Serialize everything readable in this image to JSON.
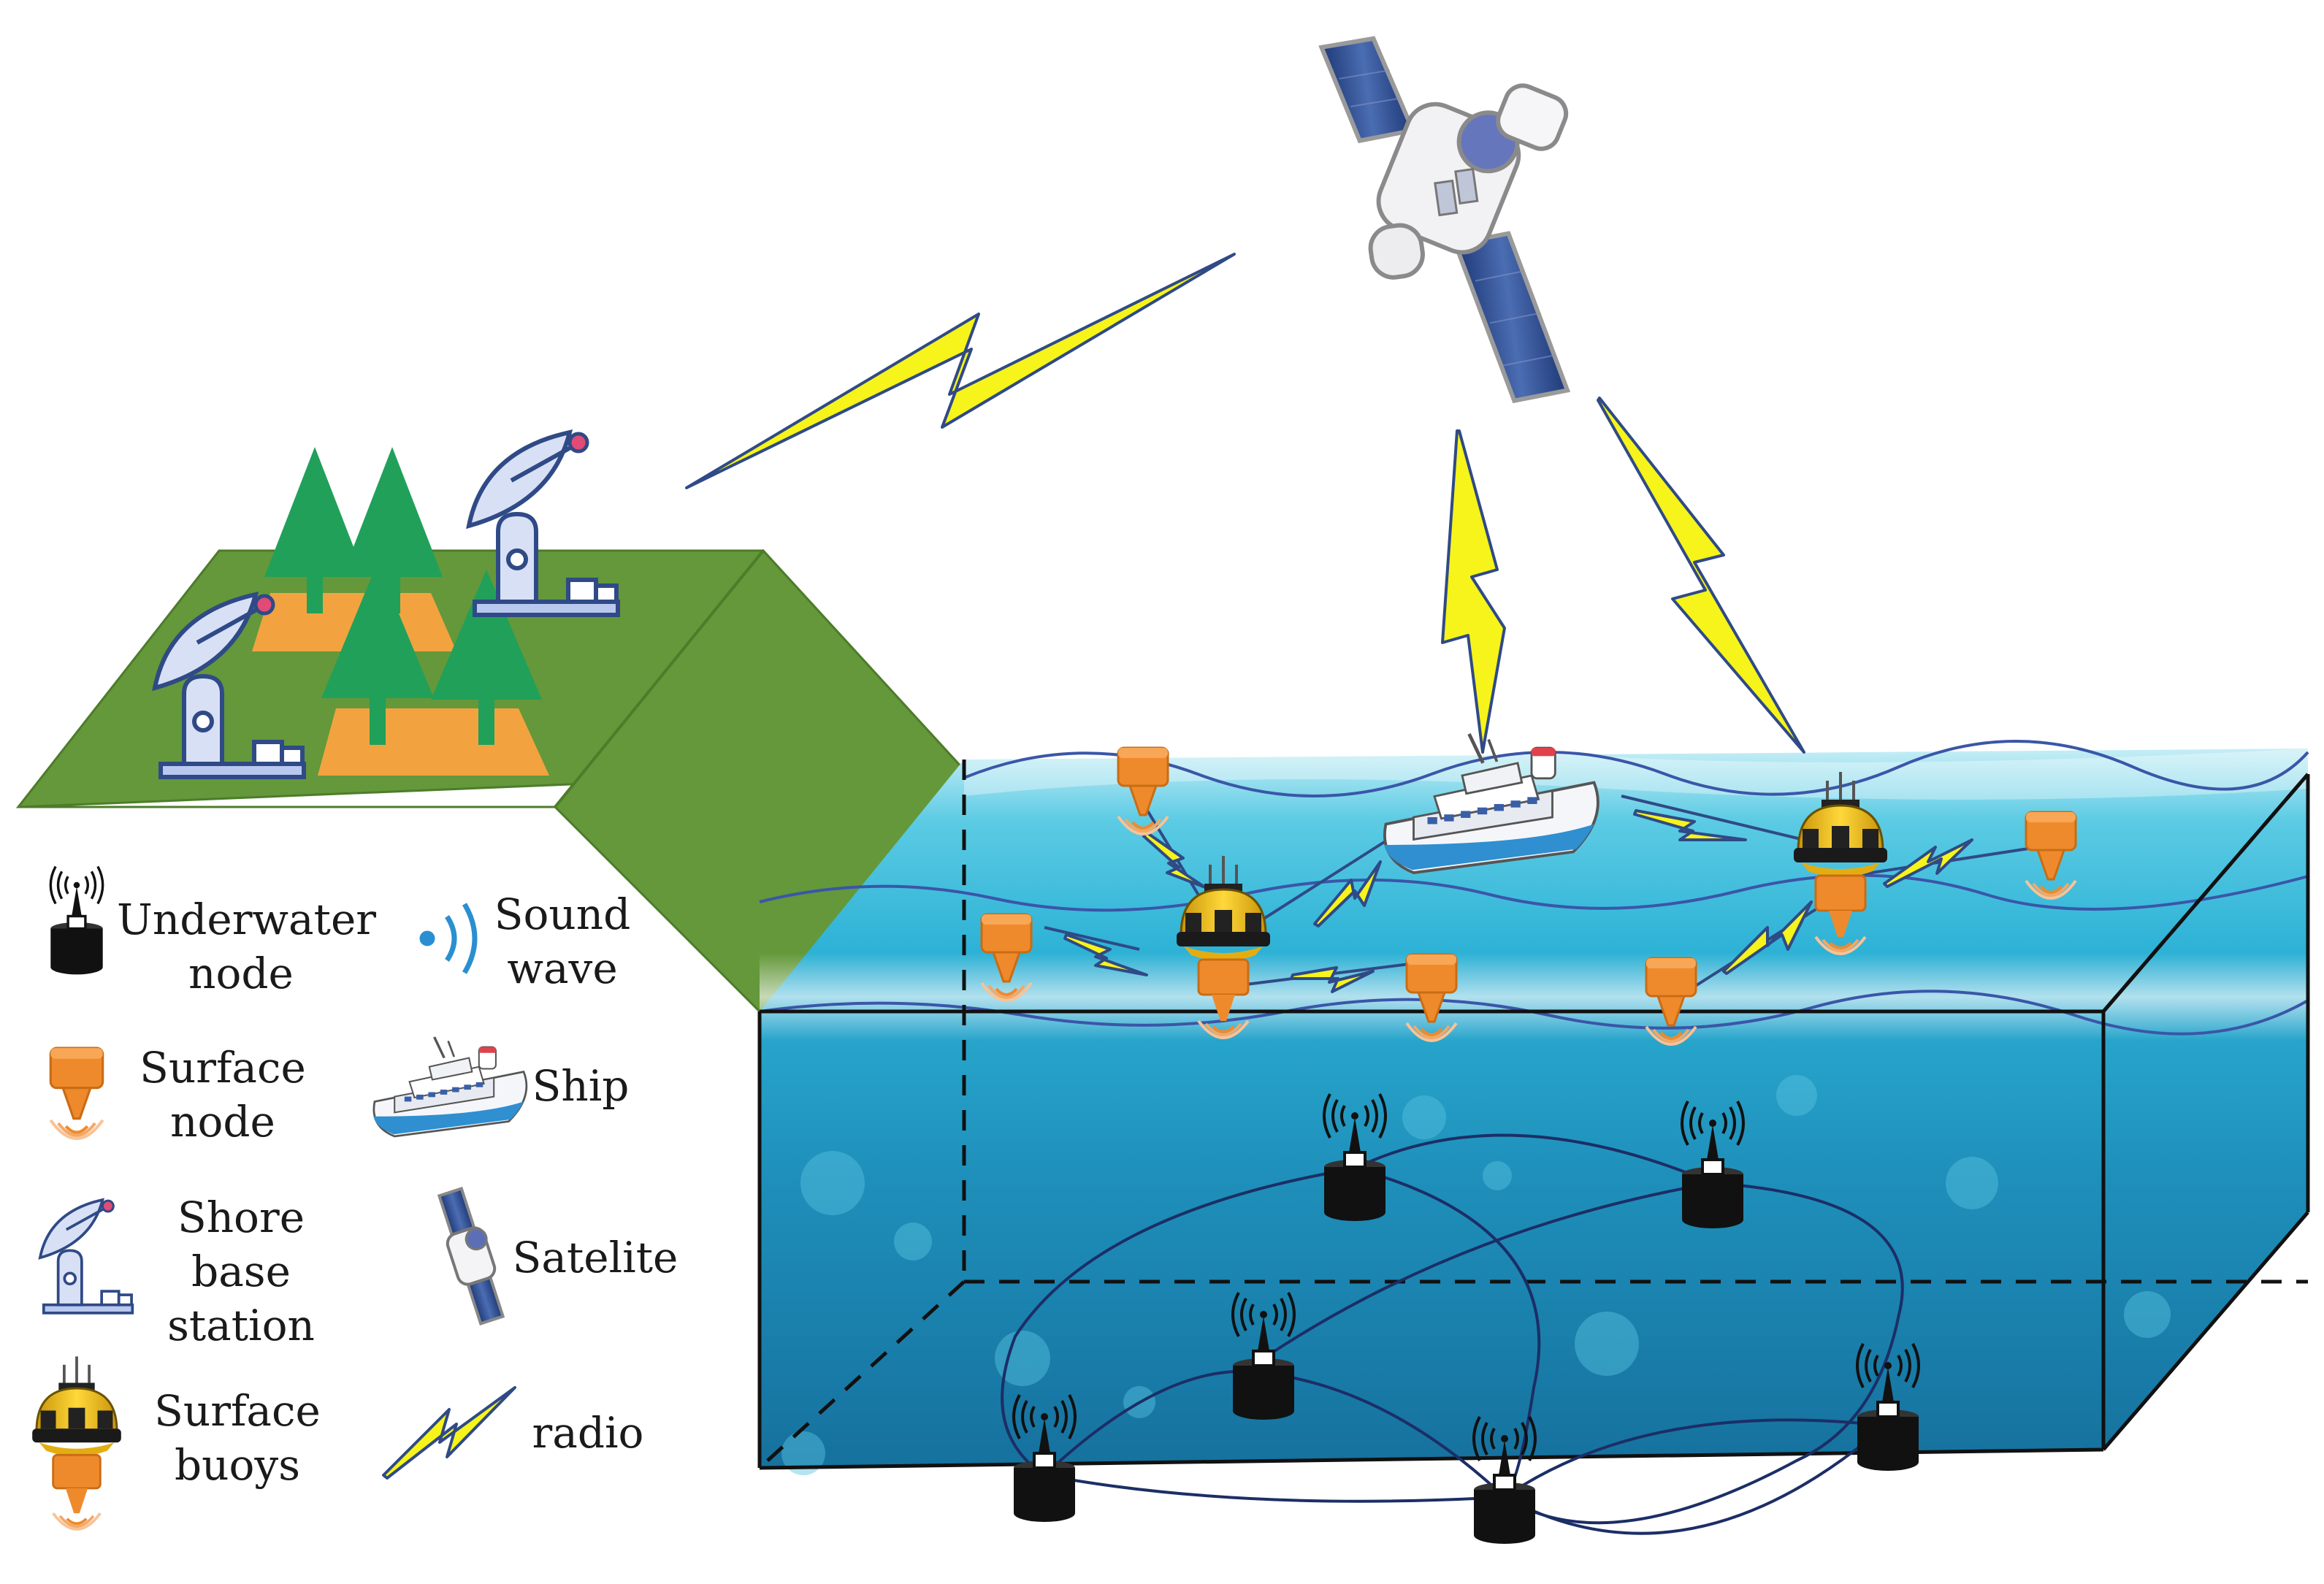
{
  "legend": {
    "underwater_node": "Underwater\nnode",
    "sound_wave": "Sound\nwave",
    "surface_node": "Surface\nnode",
    "ship": "Ship",
    "shore_base_station": "Shore\nbase\nstation",
    "satellite": "Satelite",
    "surface_buoys": "Surface\nbuoys",
    "radio": "radio"
  },
  "colors": {
    "land": "#64983a",
    "tree": "#21a05a",
    "soil": "#f2a340",
    "water_surface": "#8fd8ea",
    "water_deep": "#1e7faa",
    "surface_node": "#ef8a2c",
    "underwater_node": "#111111",
    "radio_bolt": "#f6f41a",
    "radio_bolt_edge": "#2f4a86",
    "buoy": "#f3c31a",
    "satellite_panel": "#2f4a86"
  }
}
